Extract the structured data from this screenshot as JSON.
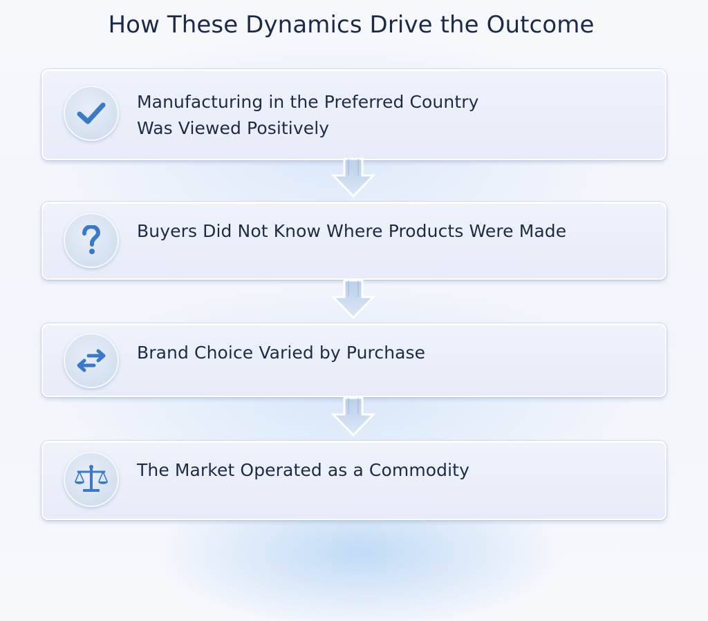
{
  "title": "How These Dynamics Drive the Outcome",
  "steps": [
    {
      "icon": "checkmark-icon",
      "line1": "Manufacturing in the Preferred Country",
      "line2": "Was Viewed Positively"
    },
    {
      "icon": "question-mark-icon",
      "line1": "Buyers Did Not Know Where Products Were Made"
    },
    {
      "icon": "swap-arrows-icon",
      "line1": "Brand Choice Varied by Purchase"
    },
    {
      "icon": "balance-scale-icon",
      "line1": "The Market Operated as a Commodity"
    }
  ],
  "colors": {
    "icon_blue": "#3a78c8",
    "title_text": "#1b2a4a",
    "card_text": "#1e2b45"
  }
}
